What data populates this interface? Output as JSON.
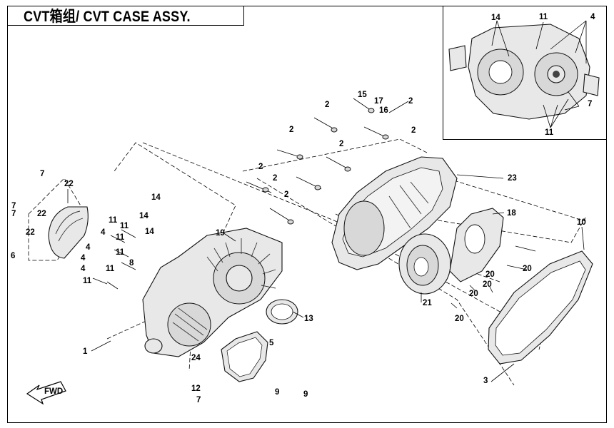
{
  "title": "CVT箱组/ CVT CASE ASSY.",
  "fwd_label": "FWD",
  "callouts": [
    {
      "id": "c1",
      "text": "1"
    },
    {
      "id": "c2a",
      "text": "2"
    },
    {
      "id": "c2b",
      "text": "2"
    },
    {
      "id": "c2c",
      "text": "2"
    },
    {
      "id": "c2d",
      "text": "2"
    },
    {
      "id": "c2e",
      "text": "2"
    },
    {
      "id": "c2f",
      "text": "2"
    },
    {
      "id": "c2g",
      "text": "2"
    },
    {
      "id": "c2h",
      "text": "2"
    },
    {
      "id": "c3",
      "text": "3"
    },
    {
      "id": "c4a",
      "text": "4"
    },
    {
      "id": "c4b",
      "text": "4"
    },
    {
      "id": "c4c",
      "text": "4"
    },
    {
      "id": "c4d",
      "text": "4"
    },
    {
      "id": "c5",
      "text": "5"
    },
    {
      "id": "c6",
      "text": "6"
    },
    {
      "id": "c7a",
      "text": "7"
    },
    {
      "id": "c7b",
      "text": "7"
    },
    {
      "id": "c7c",
      "text": "7"
    },
    {
      "id": "c7d",
      "text": "7"
    },
    {
      "id": "c8",
      "text": "8"
    },
    {
      "id": "c9a",
      "text": "9"
    },
    {
      "id": "c9b",
      "text": "9"
    },
    {
      "id": "c10",
      "text": "10"
    },
    {
      "id": "c11a",
      "text": "11"
    },
    {
      "id": "c11b",
      "text": "11"
    },
    {
      "id": "c11c",
      "text": "11"
    },
    {
      "id": "c11d",
      "text": "11"
    },
    {
      "id": "c11e",
      "text": "11"
    },
    {
      "id": "c11f",
      "text": "11"
    },
    {
      "id": "c12",
      "text": "12"
    },
    {
      "id": "c13",
      "text": "13"
    },
    {
      "id": "c14a",
      "text": "14"
    },
    {
      "id": "c14b",
      "text": "14"
    },
    {
      "id": "c14c",
      "text": "14"
    },
    {
      "id": "c15",
      "text": "15"
    },
    {
      "id": "c16",
      "text": "16"
    },
    {
      "id": "c17",
      "text": "17"
    },
    {
      "id": "c18",
      "text": "18"
    },
    {
      "id": "c19",
      "text": "19"
    },
    {
      "id": "c20a",
      "text": "20"
    },
    {
      "id": "c20b",
      "text": "20"
    },
    {
      "id": "c20c",
      "text": "20"
    },
    {
      "id": "c20d",
      "text": "20"
    },
    {
      "id": "c20e",
      "text": "20"
    },
    {
      "id": "c21",
      "text": "21"
    },
    {
      "id": "c22a",
      "text": "22"
    },
    {
      "id": "c22b",
      "text": "22"
    },
    {
      "id": "c22c",
      "text": "22"
    },
    {
      "id": "c23",
      "text": "23"
    },
    {
      "id": "c24",
      "text": "24"
    }
  ],
  "inset_callouts": [
    {
      "id": "i14",
      "text": "14"
    },
    {
      "id": "i11a",
      "text": "11"
    },
    {
      "id": "i4",
      "text": "4"
    },
    {
      "id": "i7",
      "text": "7"
    },
    {
      "id": "i11b",
      "text": "11"
    }
  ]
}
